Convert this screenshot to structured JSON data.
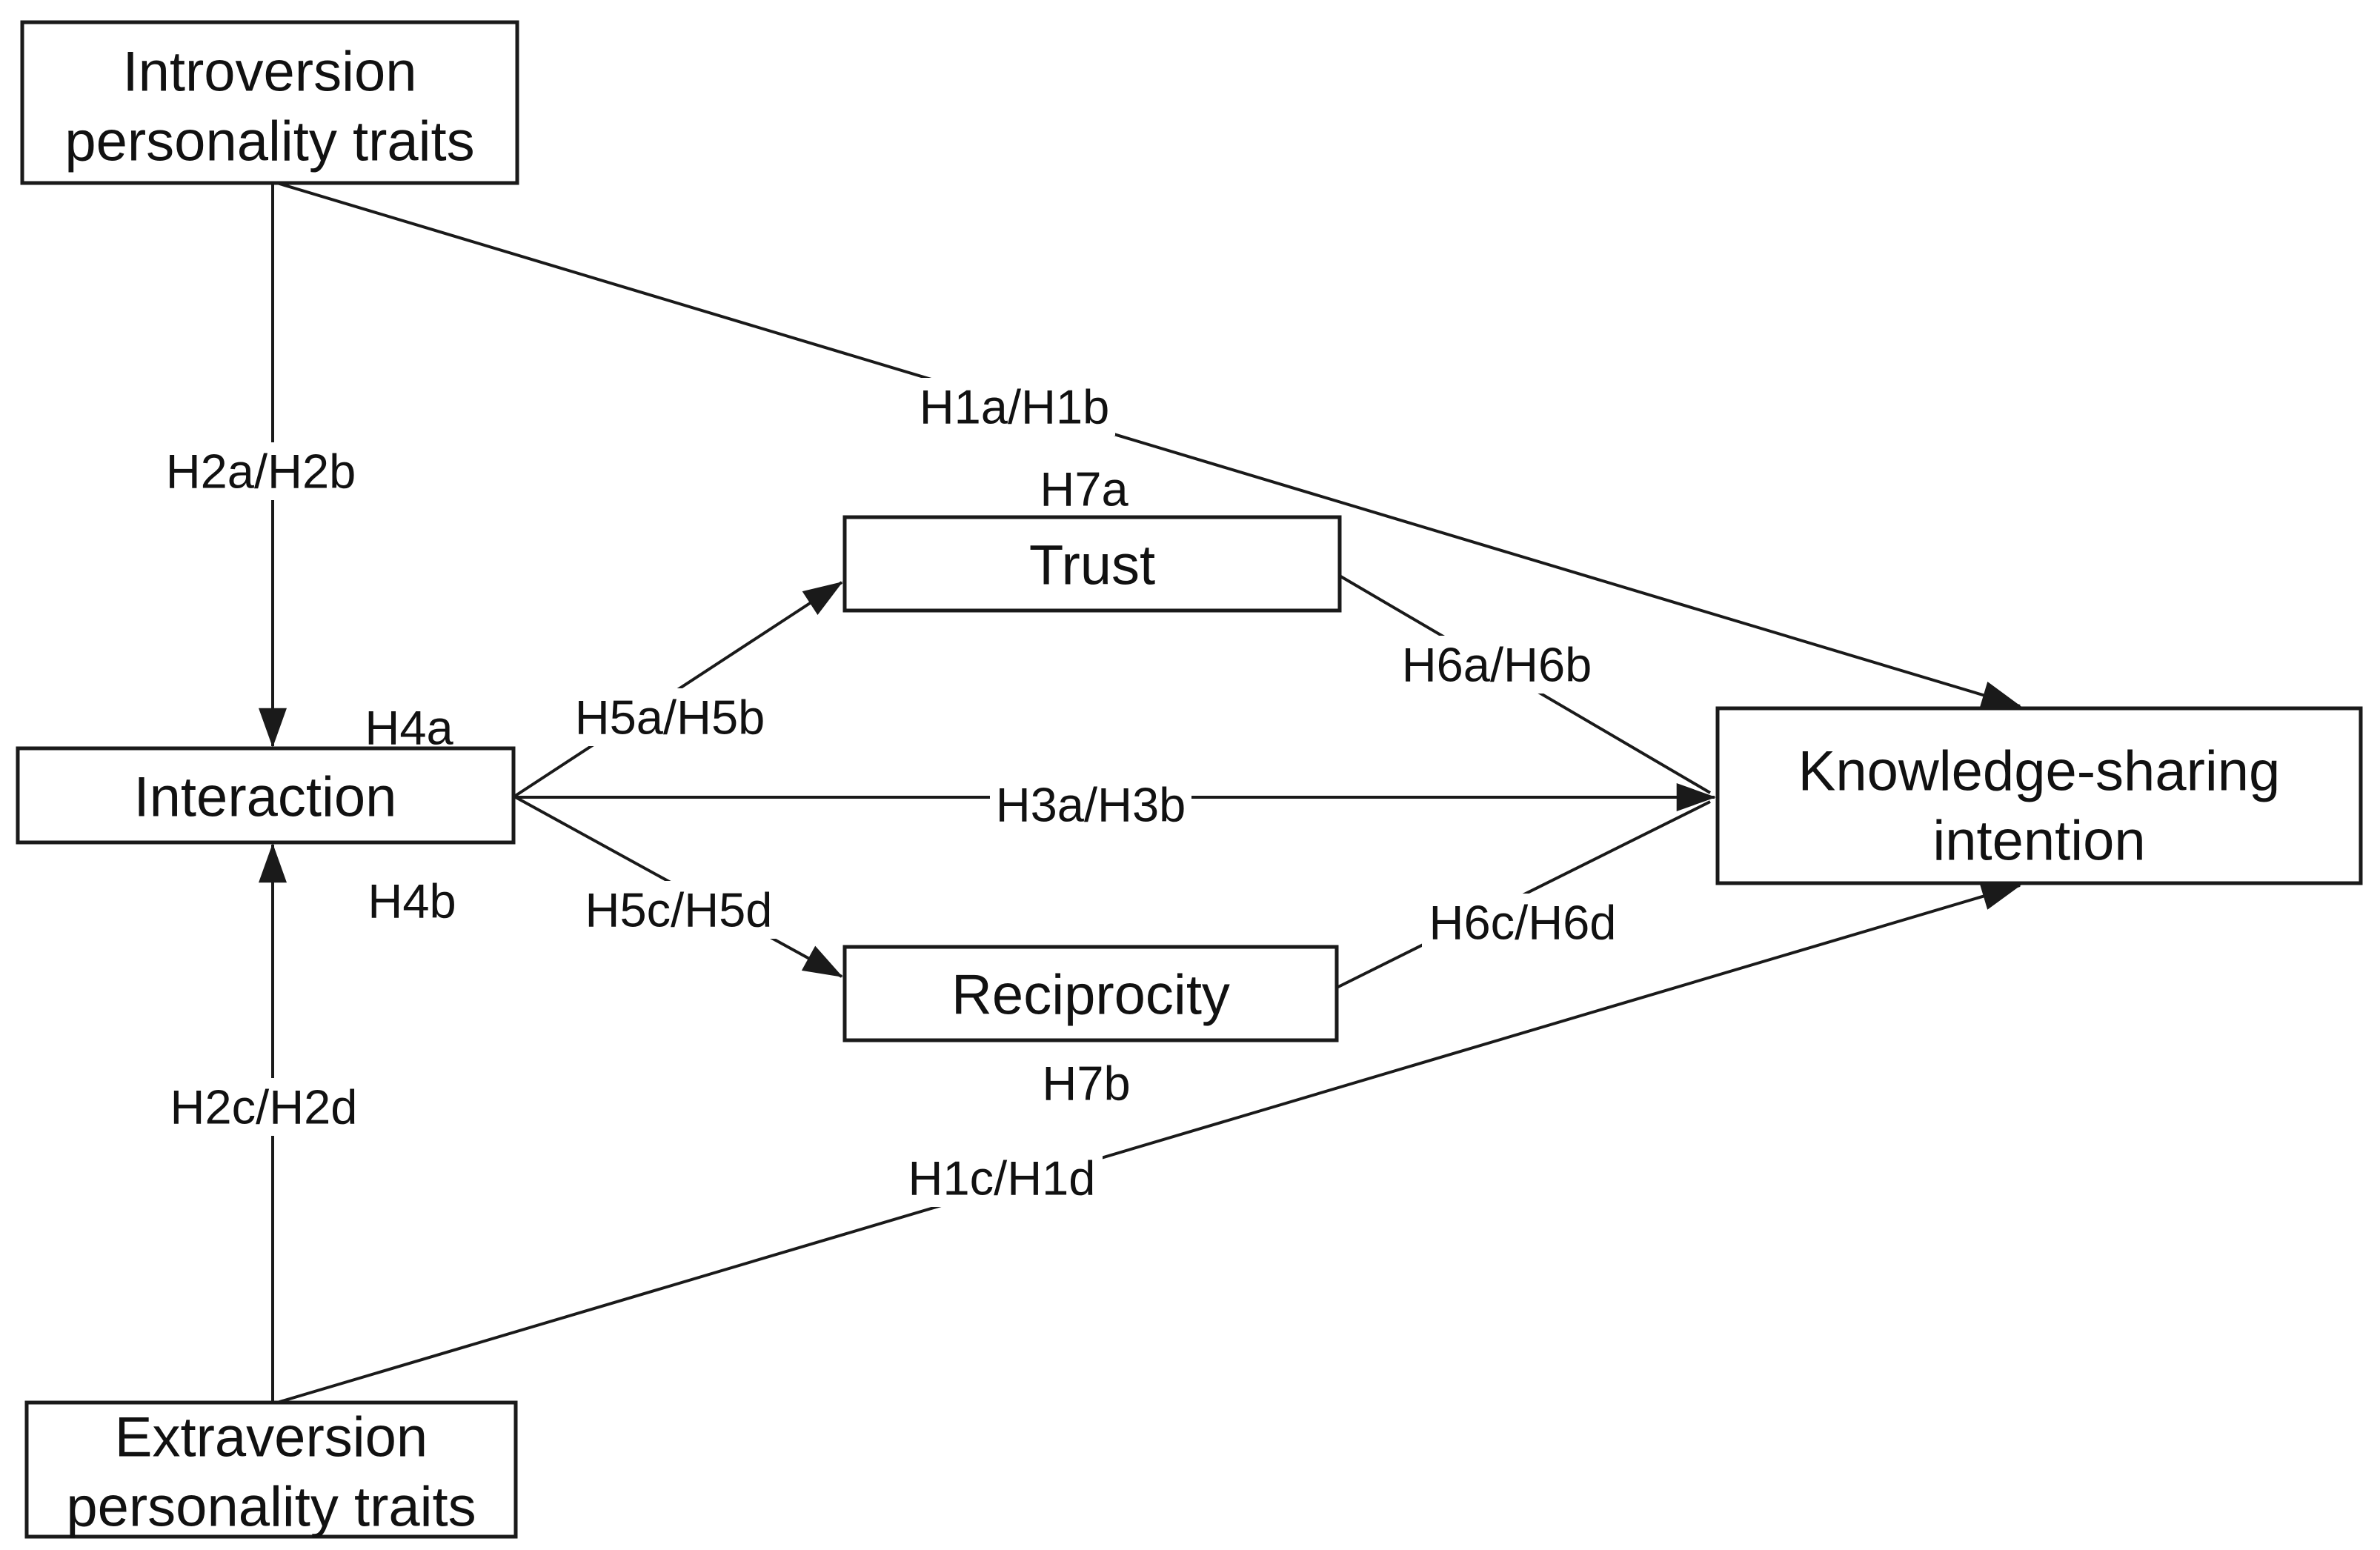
{
  "diagram": {
    "background_color": "#ffffff",
    "line_color": "#1a1a1a",
    "nodes": {
      "introversion": {
        "line1": "Introversion",
        "line2": "personality traits"
      },
      "interaction": {
        "label": "Interaction"
      },
      "trust": {
        "label": "Trust"
      },
      "reciprocity": {
        "label": "Reciprocity"
      },
      "knowledge_sharing": {
        "line1": "Knowledge-sharing",
        "line2": "intention"
      },
      "extraversion": {
        "line1": "Extraversion",
        "line2": "personality traits"
      }
    },
    "labels": {
      "h1ab": "H1a/H1b",
      "h2ab": "H2a/H2b",
      "h2cd": "H2c/H2d",
      "h1cd": "H1c/H1d",
      "h3ab": "H3a/H3b",
      "h4a": "H4a",
      "h4b": "H4b",
      "h5ab": "H5a/H5b",
      "h5cd": "H5c/H5d",
      "h6ab": "H6a/H6b",
      "h6cd": "H6c/H6d",
      "h7a": "H7a",
      "h7b": "H7b"
    }
  }
}
